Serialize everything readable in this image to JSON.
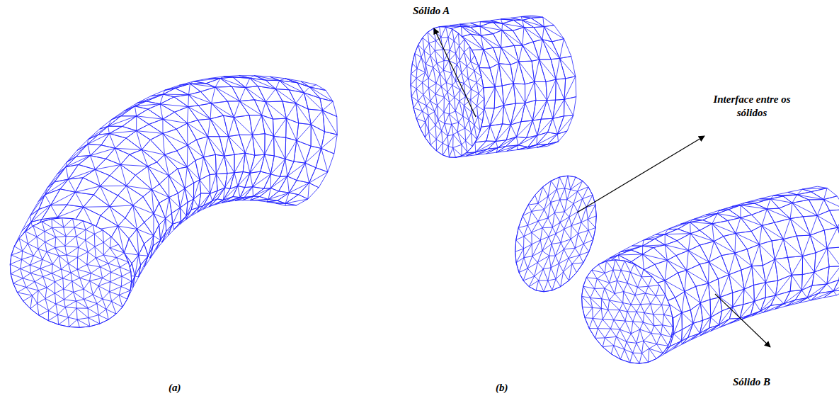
{
  "diagram": {
    "labels": [
      "Sólido A",
      "Interface entre os sólidos",
      "Sólido B",
      "(a)",
      "(b)"
    ]
  }
}
